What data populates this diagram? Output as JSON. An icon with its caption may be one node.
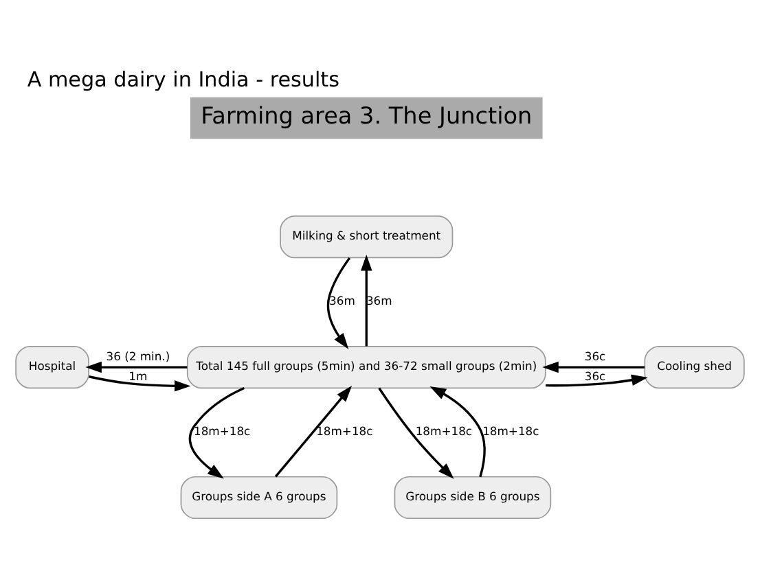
{
  "diagram": {
    "title": "A mega dairy in India - results",
    "nodes": [
      {
        "text": [
          "Milking & short treatment"
        ]
      },
      {
        "text": [
          "Hospital"
        ]
      },
      {
        "text": [
          "Total 145 full groups (5min) and 36-72 small groups (2min)"
        ]
      },
      {
        "text": [
          "Cooling shed"
        ]
      },
      {
        "text": [
          "Groups side A 6 groups"
        ]
      },
      {
        "text": [
          "Groups side B 6 groups"
        ]
      }
    ],
    "edges": [
      {
        "from": 2,
        "to": 0,
        "arrow": "to",
        "label": "36m"
      },
      {
        "from": 0,
        "to": 2,
        "arrow": "to",
        "label": "36m"
      },
      {
        "from": 2,
        "to": 1,
        "arrow": "to",
        "label": "36 (2 min.)"
      },
      {
        "from": 1,
        "to": 2,
        "arrow": "to",
        "label": "1m"
      },
      {
        "from": 3,
        "to": 2,
        "arrow": "to",
        "label": "36c"
      },
      {
        "from": 2,
        "to": 3,
        "arrow": "to",
        "label": "36c"
      },
      {
        "from": 2,
        "to": 4,
        "arrow": "to",
        "label": "18m+18c"
      },
      {
        "from": 4,
        "to": 2,
        "arrow": "to",
        "label": "18m+18c"
      },
      {
        "from": 2,
        "to": 5,
        "arrow": "to",
        "label": "18m+18c"
      },
      {
        "from": 5,
        "to": 2,
        "arrow": "to",
        "label": "18m+18c"
      }
    ],
    "labels": [
      "Farming area 3. The Junction"
    ]
  }
}
